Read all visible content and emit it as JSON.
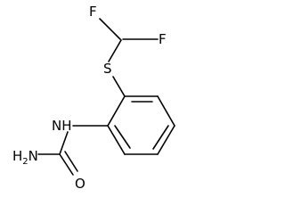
{
  "molecule": {
    "atoms": {
      "fluorine_top": "F",
      "fluorine_right": "F",
      "sulfur": "S",
      "amide_nitrogen": "NH",
      "carbonyl_oxygen": "O",
      "amine_h": "H",
      "amine_subscript": "2",
      "amine_n": "N"
    },
    "colors": {
      "bond": "#000000",
      "label": "#000000",
      "background": "#ffffff"
    }
  }
}
